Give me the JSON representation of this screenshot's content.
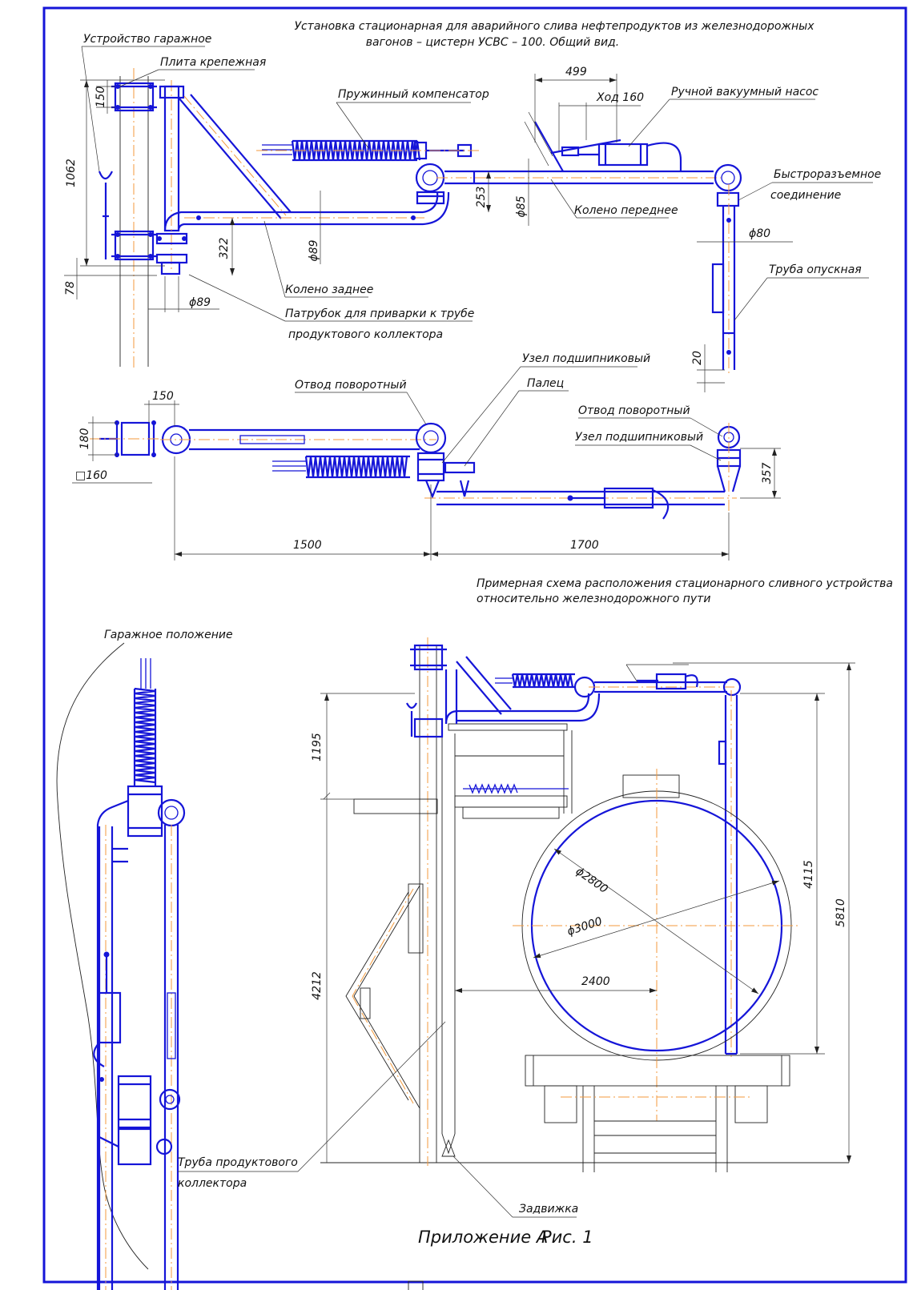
{
  "title": {
    "line1": "Установка стационарная для аварийного слива нефтепродуктов из железнодорожных",
    "line2": "вагонов – цистерн УСВС – 100. Общий вид."
  },
  "side_view": {
    "labels": {
      "garage_device": "Устройство гаражное",
      "mount_plate": "Плита крепежная",
      "spring_comp": "Пружинный компенсатор",
      "vac_pump": "Ручной вакуумный насос",
      "quick_conn_1": "Быстроразъемное",
      "quick_conn_2": "соединение",
      "front_elbow": "Колено переднее",
      "drop_pipe": "Труба опускная",
      "rear_elbow": "Колено заднее",
      "weld_pipe_1": "Патрубок для приварки к трубе",
      "weld_pipe_2": "продуктового коллектора"
    },
    "dims": {
      "d150": "150",
      "d1062": "1062",
      "d78": "78",
      "d322": "322",
      "phi89_v": "ϕ89",
      "phi89_h": "ϕ89",
      "d253": "253",
      "phi85": "ϕ85",
      "d499": "499",
      "stroke": "Ход 160",
      "phi80": "ϕ80",
      "d20": "20"
    }
  },
  "plan_view": {
    "labels": {
      "swivel_1": "Отвод поворотный",
      "bearing_1": "Узел подшипниковый",
      "pin": "Палец",
      "swivel_2": "Отвод поворотный",
      "bearing_2": "Узел подшипниковый"
    },
    "dims": {
      "d150": "150",
      "d180": "180",
      "sq160": "□160",
      "d1500": "1500",
      "d1700": "1700",
      "d357": "357"
    }
  },
  "layout_title": {
    "line1": "Примерная схема расположения стационарного сливного устройства",
    "line2": "относительно железнодорожного пути"
  },
  "garage_view": {
    "label": "Гаражное положение"
  },
  "layout_view": {
    "labels": {
      "product_pipe_1": "Труба продуктового",
      "product_pipe_2": "коллектора",
      "valve": "Задвижка"
    },
    "dims": {
      "d1195": "1195",
      "d4212": "4212",
      "phi2800": "ϕ2800",
      "phi3000": "ϕ3000",
      "d2400": "2400",
      "d4115": "4115",
      "d5810": "5810"
    }
  },
  "caption": {
    "app": "Приложение А",
    "fig": "Рис. 1"
  },
  "colors": {
    "frame": "#1515d8",
    "parts": "#1515d8",
    "axis": "#f39a3c",
    "ink": "#222222"
  }
}
